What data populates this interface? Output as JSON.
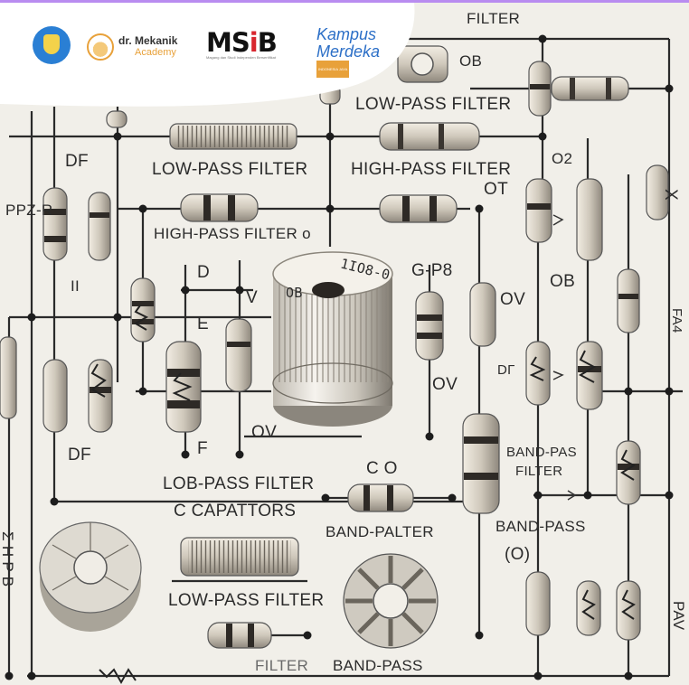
{
  "logos": {
    "dr_mekanik_line1": "dr. Mekanik",
    "dr_mekanik_line2": "Academy",
    "msib_prefix": "MS",
    "msib_highlight": "i",
    "msib_suffix": "B",
    "msib_tagline": "Magang dan Studi Independen Bersertifikat",
    "kampus_line1": "Kampus",
    "kampus_line2": "Merdeka",
    "kampus_line3": "INDONESIA JAYA"
  },
  "labels": {
    "filter_top": "FILTER",
    "ob_top": "OB",
    "low_pass_1": "LOW-PASS FILTER",
    "low_pass_2": "LOW-PASS FILTER",
    "high_pass_1": "HIGH-PASS FILTER",
    "high_pass_2": "HIGH-PASS FILTER o",
    "df_top": "DF",
    "o2": "O2",
    "ot": "OT",
    "x_right": "X",
    "ppr": "PPZ-R",
    "ii": "II",
    "cap_text": "1IO8-0",
    "ob_cap": "OB",
    "d_cap": "D",
    "v_cap": "V",
    "g_p": "G-P8",
    "ov_1": "OV",
    "ob_right": "OB",
    "e_mid": "E",
    "dr_mid": "DΓ",
    "ov_2": "OV",
    "ov_3": "OV",
    "f_mid": "F",
    "df_left": "DF",
    "band_pass_1": "BAND-PAS",
    "band_pass_filter": "FILTER",
    "lob_pass": "LOB-PASS FILTER",
    "capacitors": "C CAPATTORS",
    "band_palter": "BAND-PALTER",
    "band_pass_2": "BAND-PASS",
    "o_paren": "(O)",
    "low_pass_3": "LOW-PASS FILTER",
    "filter_bottom": "FILTER",
    "band_pass_3": "BAND-PASS",
    "co": "C O",
    "left_side": "Ʃ H P B",
    "right_side": "PAV",
    "right_side_2": "FA4"
  }
}
